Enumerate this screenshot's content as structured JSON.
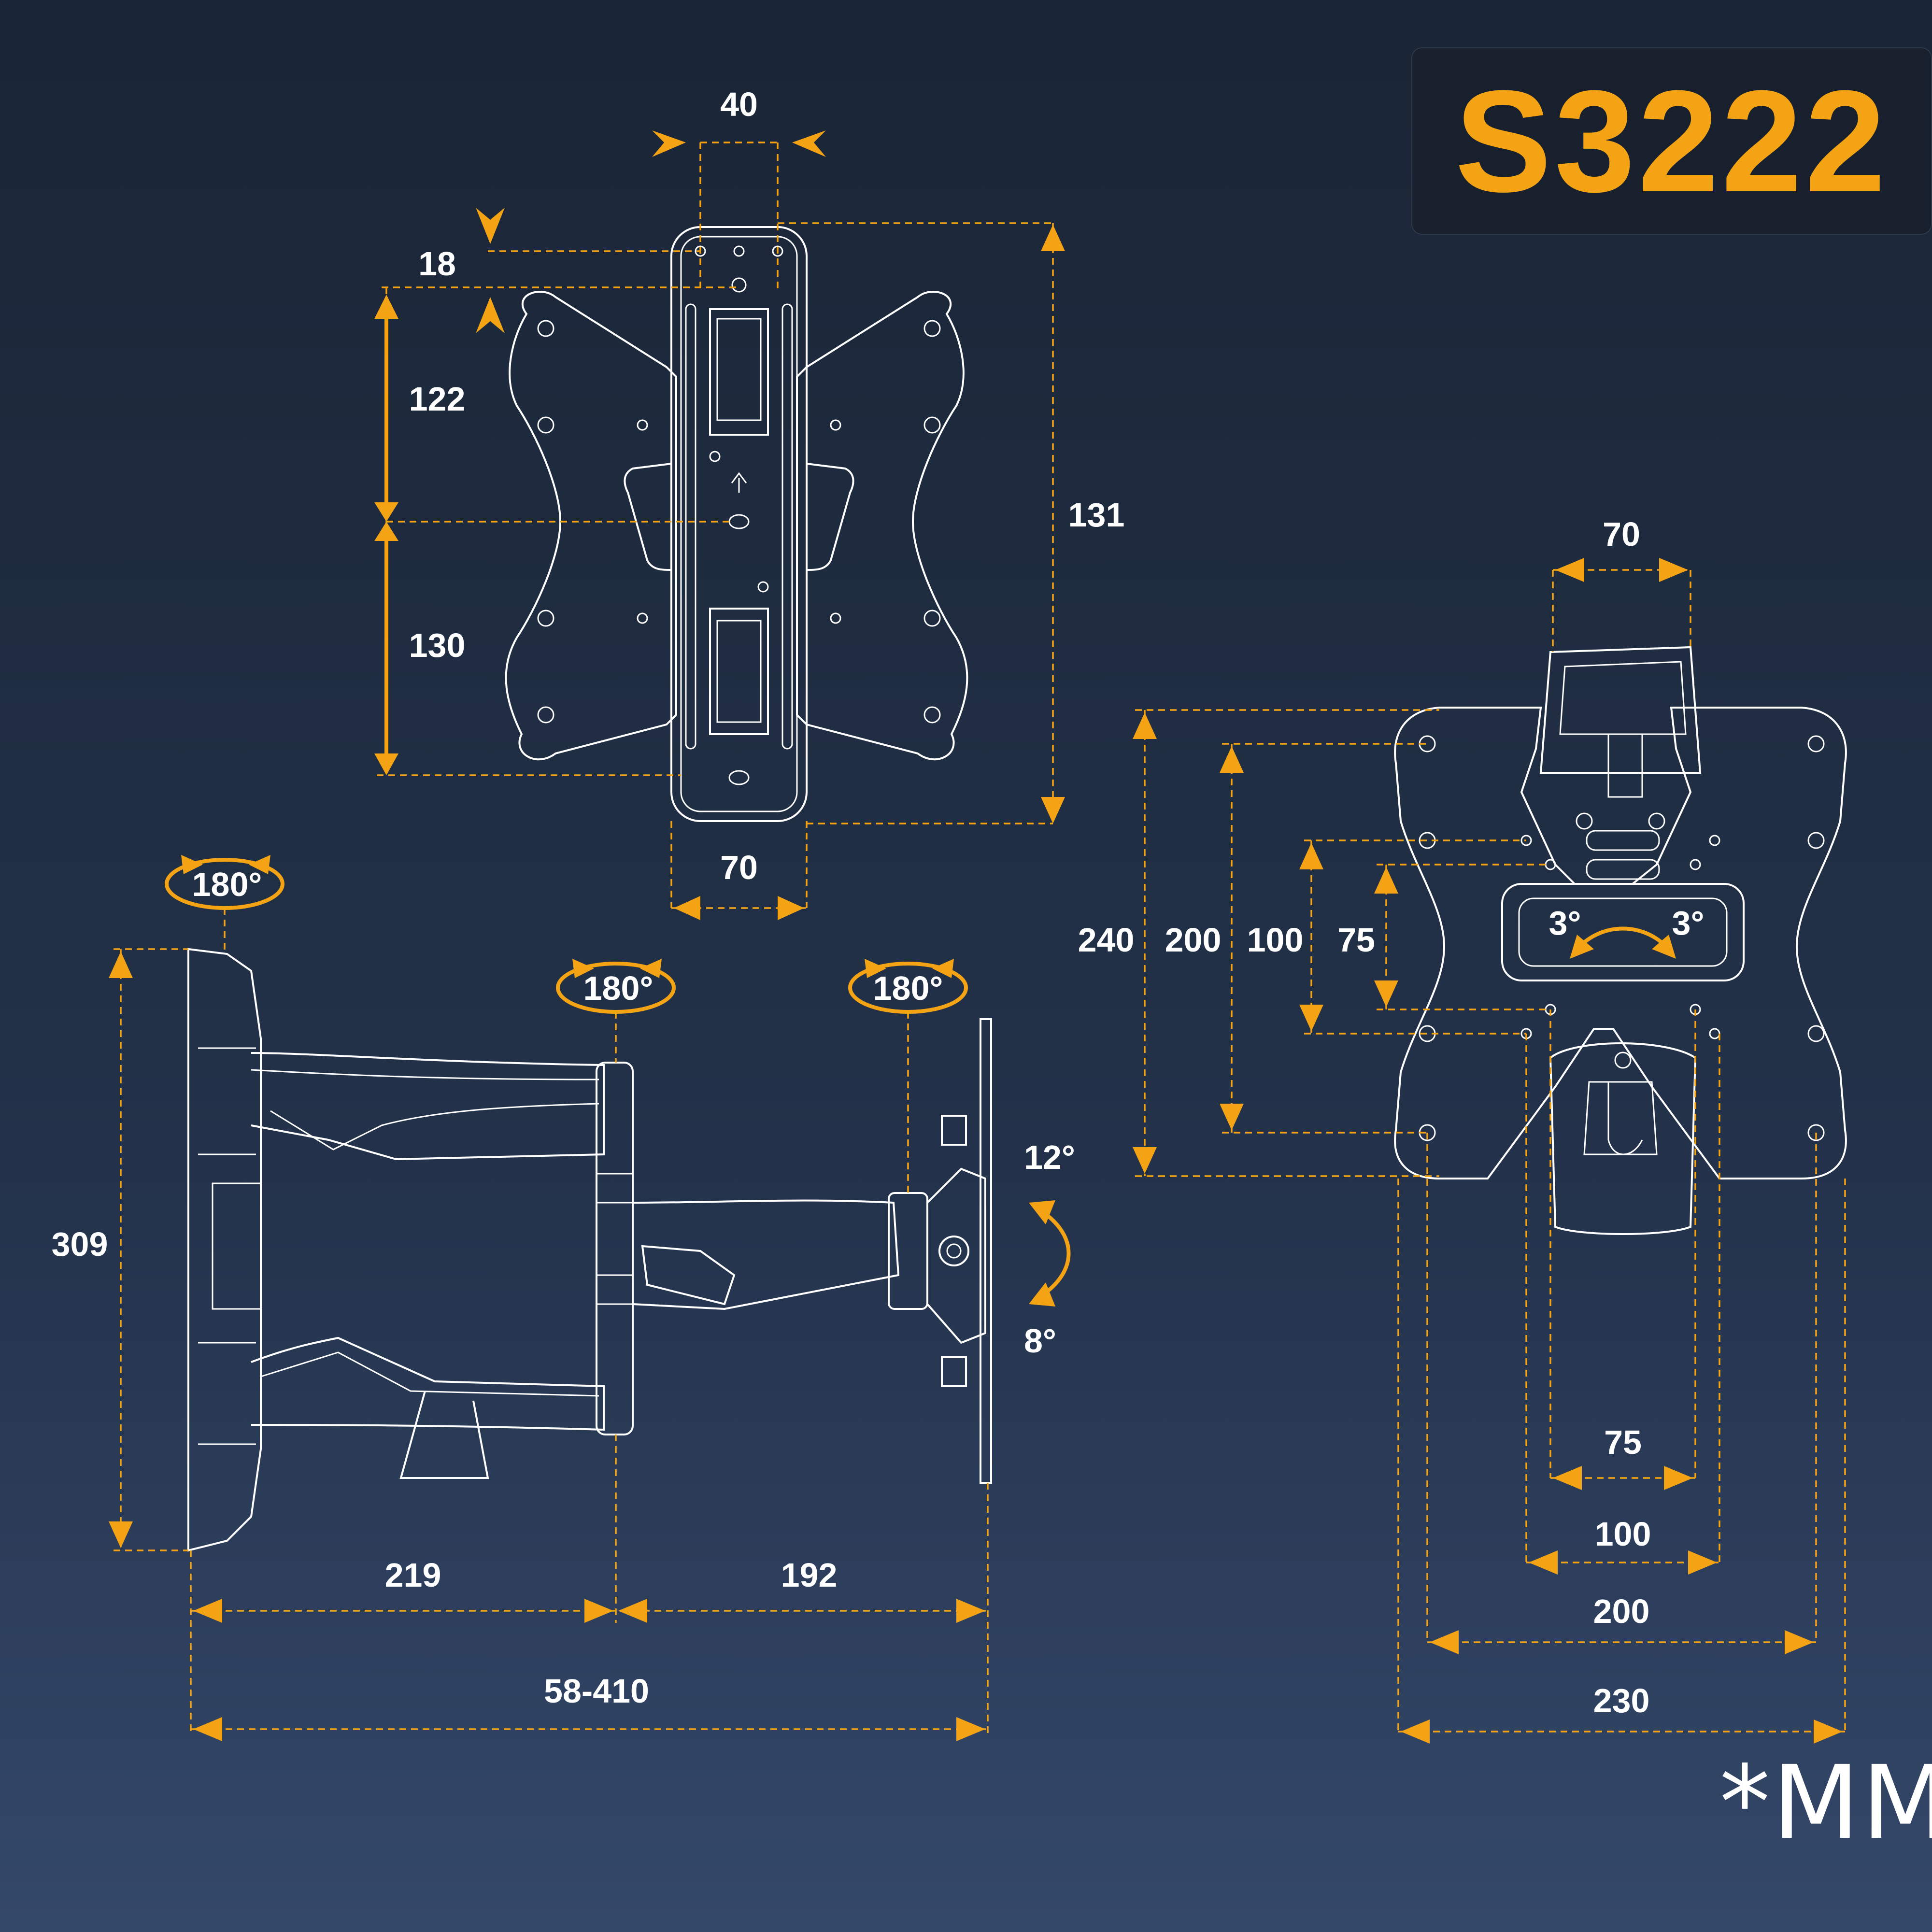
{
  "model": "S3222",
  "unit_note": "*MM",
  "top_view": {
    "dims": {
      "hole_spacing": "40",
      "offset": "18",
      "upper": "122",
      "lower": "130",
      "height": "131",
      "width": "70"
    }
  },
  "side_view": {
    "rotations": {
      "wall": "180°",
      "mid": "180°",
      "head": "180°"
    },
    "tilt": {
      "up": "12°",
      "down": "8°"
    },
    "dims": {
      "height": "309",
      "arm1": "219",
      "arm2": "192",
      "extension": "58-410"
    }
  },
  "plate_view": {
    "dims": {
      "top_width": "70",
      "h240": "240",
      "h200": "200",
      "h100": "100",
      "h75": "75",
      "w75": "75",
      "w100": "100",
      "w200": "200",
      "w230": "230"
    },
    "swivel": {
      "left": "3°",
      "right": "3°"
    }
  }
}
